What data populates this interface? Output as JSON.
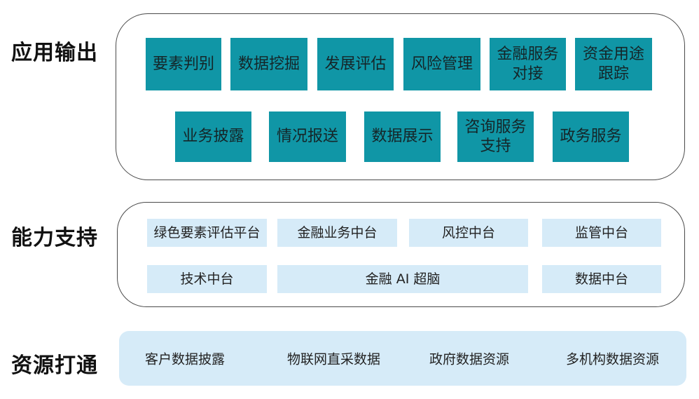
{
  "palette": {
    "teal": "#1096a6",
    "light_blue": "#d6ebf8",
    "border": "#4a4a4a",
    "label_color": "#111111"
  },
  "sections": {
    "app_output": {
      "label": "应用输出",
      "row1": [
        "要素判别",
        "数据挖掘",
        "发展评估",
        "风险管理",
        "金融服务对接",
        "资金用途跟踪"
      ],
      "row2": [
        "业务披露",
        "情况报送",
        "数据展示",
        "咨询服务支持",
        "政务服务"
      ]
    },
    "capability": {
      "label": "能力支持",
      "row1": [
        "绿色要素评估平台",
        "金融业务中台",
        "风控中台",
        "监管中台"
      ],
      "row2": [
        "技术中台",
        "金融 AI 超脑",
        "数据中台"
      ]
    },
    "resources": {
      "label": "资源打通",
      "items": [
        "客户数据披露",
        "物联网直采数据",
        "政府数据资源",
        "多机构数据资源"
      ]
    }
  }
}
